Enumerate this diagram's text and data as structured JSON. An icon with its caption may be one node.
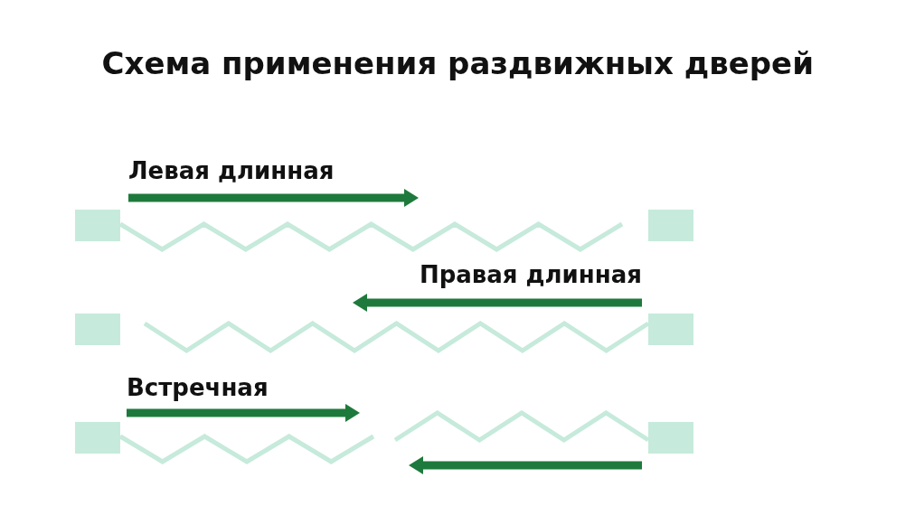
{
  "diagram": {
    "title": "Схема применения раздвижных дверей",
    "labels": [
      "Левая длинная",
      "Правая длинная",
      "Встречная"
    ]
  }
}
